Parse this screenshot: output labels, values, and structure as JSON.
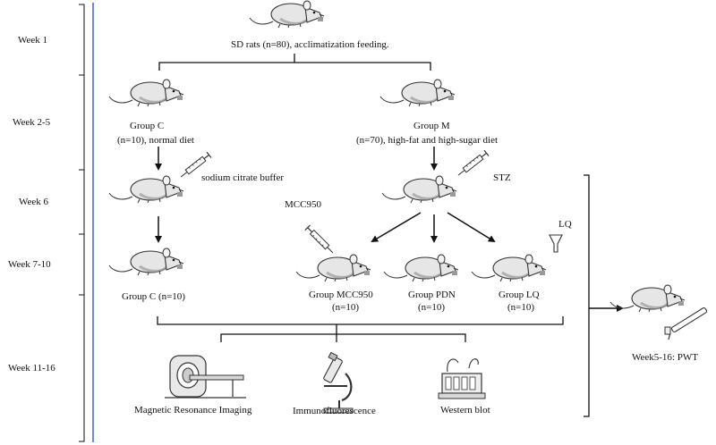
{
  "timeline": {
    "weeks": [
      "Week 1",
      "Week 2-5",
      "Week 6",
      "Week 7-10",
      "Week 11-16"
    ]
  },
  "top_label": "SD rats (n=80), acclimatization feeding.",
  "group_c": {
    "title": "Group C",
    "diet": "(n=10),  normal diet",
    "treatment": "sodium citrate buffer",
    "final": "Group C (n=10)"
  },
  "group_m": {
    "title": "Group M",
    "diet": "(n=70), high-fat and high-sugar diet",
    "treatment": "STZ"
  },
  "subgroups": {
    "mcc950_drug": "MCC950",
    "lq_drug": "LQ",
    "mcc950_name": "Group MCC950",
    "mcc950_n": "(n=10)",
    "pdn_name": "Group PDN",
    "pdn_n": "(n=10)",
    "lq_name": "Group LQ",
    "lq_n": "(n=10)"
  },
  "analyses": {
    "mri": "Magnetic Resonance Imaging",
    "if": "Immunofluorescence",
    "wb": "Western blot"
  },
  "pwt_label": "Week5-16: PWT",
  "colors": {
    "timeline_line": "#4a6fd0",
    "rat_body": "#e6e6e6",
    "rat_shade": "#b8b8b8",
    "ink": "#111111"
  }
}
